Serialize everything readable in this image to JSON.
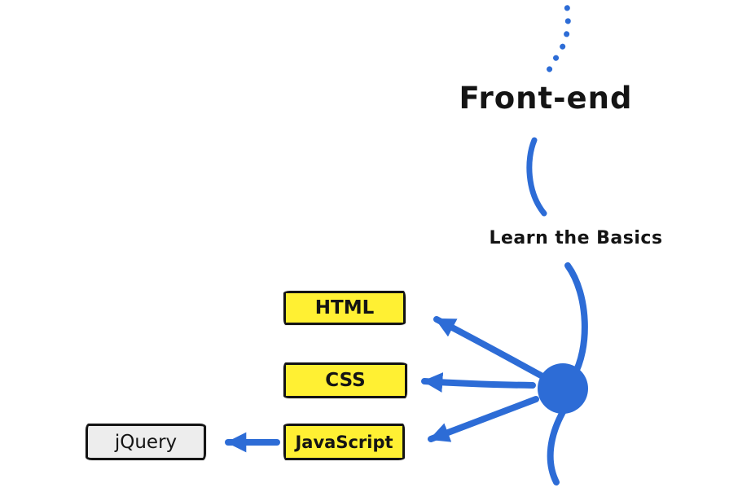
{
  "diagram": {
    "title": "Front-end",
    "section_label": "Learn the Basics",
    "nodes": [
      {
        "label": "HTML",
        "type": "topic"
      },
      {
        "label": "CSS",
        "type": "topic"
      },
      {
        "label": "JavaScript",
        "type": "topic"
      },
      {
        "label": "jQuery",
        "type": "alternative"
      }
    ],
    "colors": {
      "accent_blue": "#2D6CD6",
      "topic_yellow": "#FFF033",
      "alt_gray": "#EDEDED",
      "ink": "#141414"
    }
  }
}
